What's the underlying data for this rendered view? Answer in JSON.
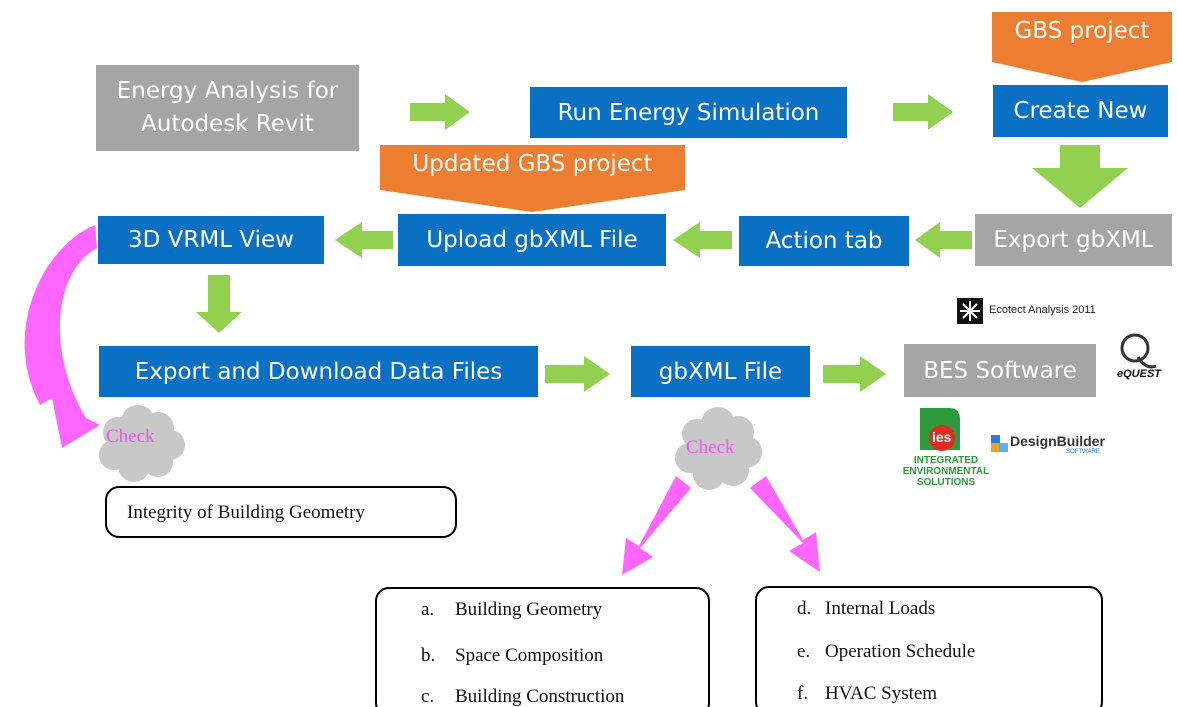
{
  "nodes": {
    "energy_analysis": "Energy Analysis for Autodesk Revit",
    "energy_analysis_line1": "Energy Analysis for",
    "energy_analysis_line2": "Autodesk Revit",
    "run_simulation": "Run Energy Simulation",
    "create_new": "Create New",
    "gbs_project": "GBS project",
    "updated_gbs_project": "Updated GBS project",
    "export_gbxml": "Export gbXML",
    "action_tab": "Action tab",
    "upload_gbxml": "Upload gbXML File",
    "vrml_view": "3D VRML View",
    "export_download": "Export and Download Data Files",
    "gbxml_file": "gbXML File",
    "bes_software": "BES Software"
  },
  "checks": {
    "left": "Check",
    "middle": "Check"
  },
  "notes": {
    "integrity": "Integrity of Building Geometry",
    "left_list": [
      {
        "marker": "a.",
        "text": "Building Geometry"
      },
      {
        "marker": "b.",
        "text": "Space Composition"
      },
      {
        "marker": "c.",
        "text": "Building Construction"
      }
    ],
    "right_list": [
      {
        "marker": "d.",
        "text": "Internal Loads"
      },
      {
        "marker": "e.",
        "text": "Operation Schedule"
      },
      {
        "marker": "f.",
        "text": "HVAC System"
      }
    ]
  },
  "logos": {
    "ecotect": "Ecotect Analysis 2011",
    "equest": "eQUEST",
    "ies_mark": "ies",
    "ies_line1": "INTEGRATED",
    "ies_line2": "ENVIRONMENTAL",
    "ies_line3": "SOLUTIONS",
    "designbuilder": "DesignBuilder",
    "designbuilder_sub": "SOFTWARE"
  },
  "colors": {
    "blue_box": "#0a70c4",
    "gray_box": "#a5a5a5",
    "orange_banner": "#ed7d31",
    "green_arrow": "#92d050",
    "magenta_arrow": "#ff66ff",
    "cloud": "#c8c8c8"
  }
}
